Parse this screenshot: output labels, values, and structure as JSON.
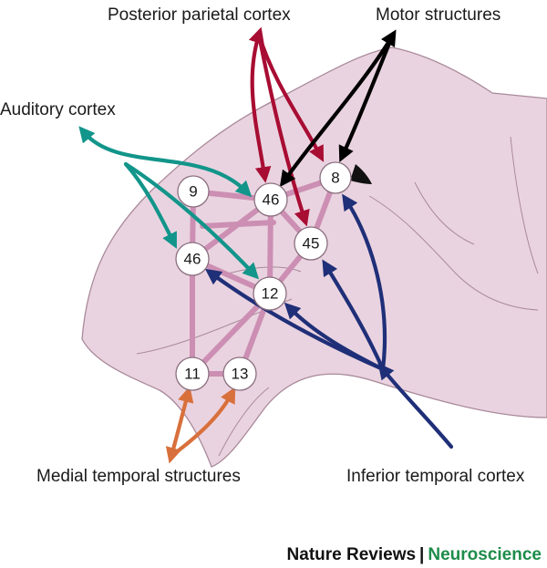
{
  "labels": {
    "posterior_parietal": "Posterior parietal cortex",
    "motor": "Motor structures",
    "auditory": "Auditory cortex",
    "medial_temporal": "Medial temporal structures",
    "inferior_temporal": "Inferior temporal cortex"
  },
  "areas": {
    "a9": "9",
    "a46_dorsal": "46",
    "a8": "8",
    "a45": "45",
    "a46_ventral": "46",
    "a12": "12",
    "a11": "11",
    "a13": "13"
  },
  "credit": {
    "journal": "Nature Reviews",
    "separator": "|",
    "section": "Neuroscience"
  },
  "colors": {
    "brain_fill": "#ead3e0",
    "brain_stroke": "#a98a9a",
    "connection": "#cc8fb3",
    "parietal_arrows": "#a80d33",
    "motor_arrows": "#000000",
    "auditory_arrows": "#12958a",
    "medial_temporal_arrows": "#d8703c",
    "inferior_temporal_arrows": "#1f2f78",
    "brand_green": "#1e8c4a"
  }
}
